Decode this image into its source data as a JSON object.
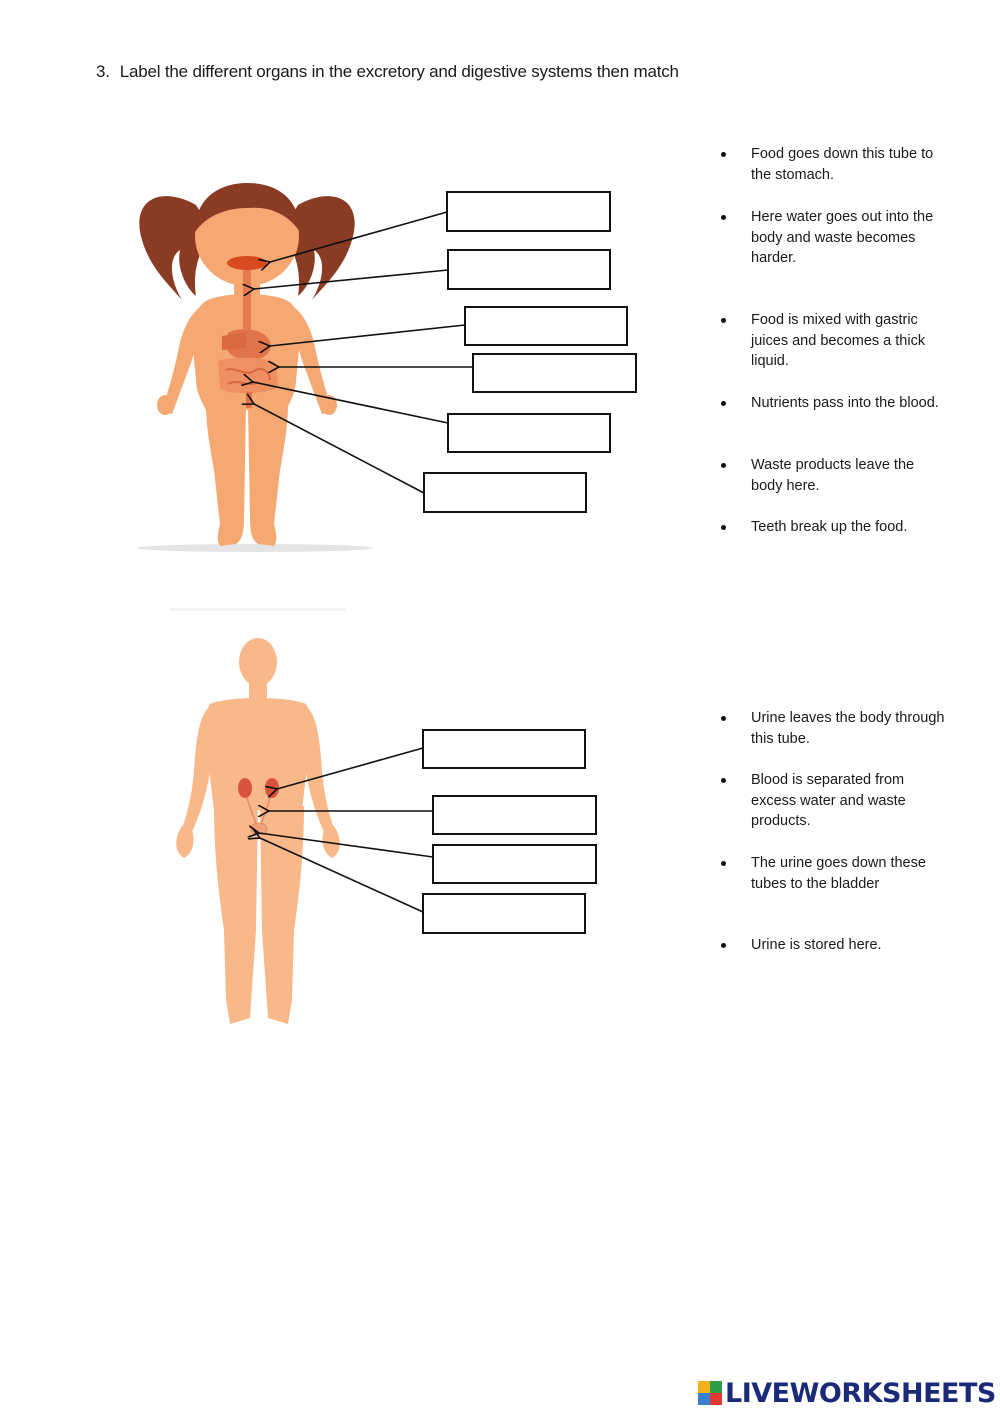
{
  "question": {
    "number": "3.",
    "text": "Label the different organs in the excretory and digestive systems  then match"
  },
  "digestive": {
    "statements": [
      "Food goes down this tube to the stomach.",
      "Here water goes out into the body and waste becomes harder.",
      "Food is mixed with gastric juices and becomes a thick liquid.",
      "Nutrients pass into the blood.",
      "Waste products leave the body here.",
      "Teeth break up the food."
    ]
  },
  "excretory": {
    "statements": [
      "Urine leaves the body through this tube.",
      "Blood is separated from excess water and waste products.",
      "The urine goes down these tubes to the bladder",
      "Urine is stored here."
    ]
  },
  "footer": {
    "logo_text": "LIVEWORKSHEETS",
    "logo_colors": [
      "#f2b21b",
      "#2e9e4a",
      "#3b7fd1",
      "#e2382f"
    ]
  },
  "colors": {
    "skin": "#f6a873",
    "skin_light": "#f9b88a",
    "hair": "#8a3b24",
    "organ": "#e0734a"
  }
}
